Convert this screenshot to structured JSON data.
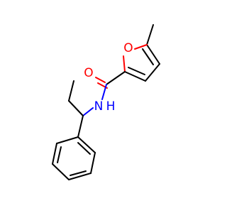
{
  "structure": {
    "atoms": {
      "ring_oxygen": {
        "symbol": "O",
        "color": "#ff0000"
      },
      "carbonyl_oxygen": {
        "symbol": "O",
        "color": "#ff0000"
      },
      "amide_nitrogen": {
        "symbol": "N",
        "color": "#0000ff"
      },
      "amide_hydrogen": {
        "symbol": "H",
        "color": "#0000ff"
      }
    },
    "bond_color": "#000000"
  }
}
